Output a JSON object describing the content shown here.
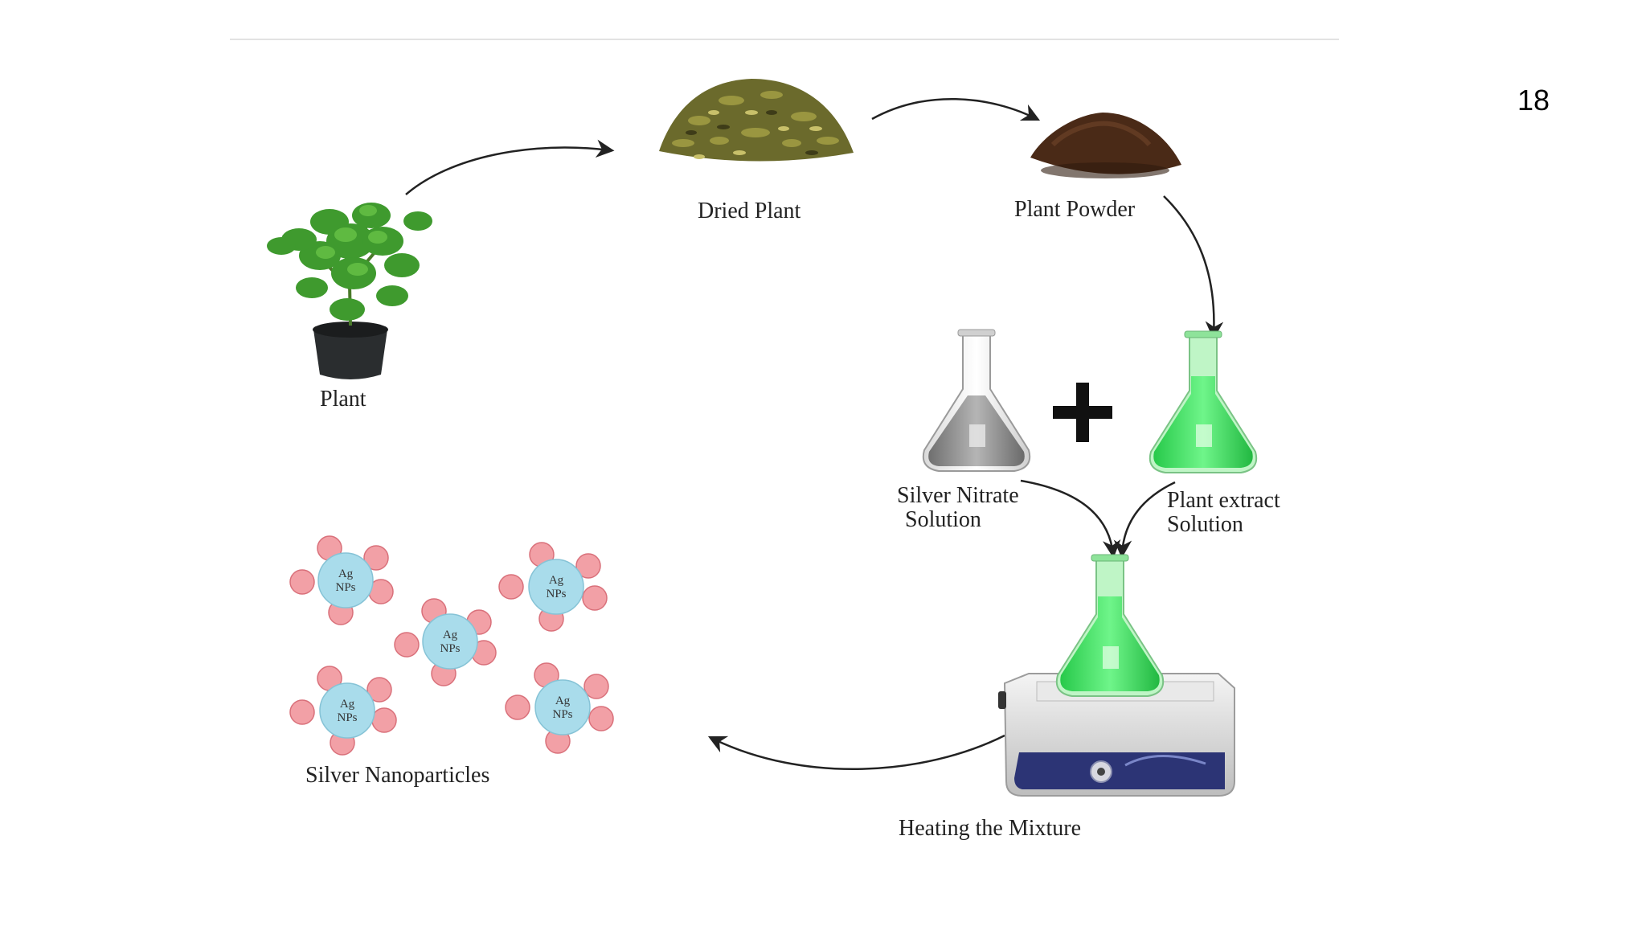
{
  "page_number": "18",
  "labels": {
    "plant": "Plant",
    "dried_plant": "Dried Plant",
    "plant_powder": "Plant Powder",
    "silver_nitrate_line1": "Silver Nitrate",
    "silver_nitrate_line2": "Solution",
    "plant_extract_line1": "Plant extract",
    "plant_extract_line2": "Solution",
    "heating": "Heating the Mixture",
    "nanoparticles": "Silver Nanoparticles"
  },
  "nanoparticle_label_line1": "Ag",
  "nanoparticle_label_line2": "NPs",
  "plus_sign": "+",
  "colors": {
    "green_solution": "#3ee05a",
    "silver_solution": "#8a8a8a",
    "np_core": "#a9dceb",
    "np_ligand": "#f2a0a6",
    "arrow": "#222222"
  }
}
